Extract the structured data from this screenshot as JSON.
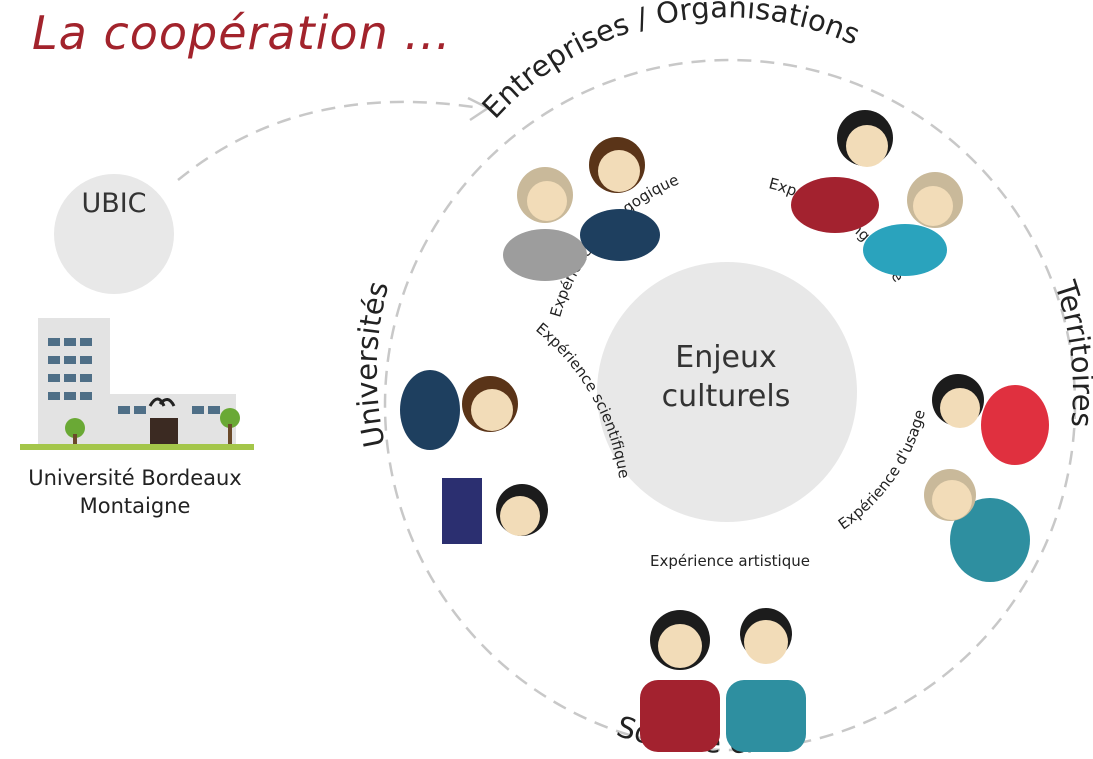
{
  "title": "La coopération ...",
  "ubic": {
    "label": "UBIC"
  },
  "university": {
    "line1": "Université Bordeaux",
    "line2": "Montaigne"
  },
  "center": {
    "line1": "Enjeux",
    "line2": "culturels"
  },
  "sectors": {
    "top": "Entreprises / Organisations",
    "left": "Universités",
    "right": "Territoires",
    "bottom": "Société civile"
  },
  "experiences": {
    "pedagogique": "Expérience pédagogique",
    "ingenierie": "Expérience ingénierie",
    "scientifique": "Expérience scientifique",
    "usage": "Expérience d'usage",
    "artistique": "Expérience artistique"
  },
  "colors": {
    "title": "#a2232c",
    "circle": "#e8e8e8",
    "dashes": "#c8c8c8",
    "red": "#d62b3c",
    "teal": "#2e8fa0",
    "navy": "#1e3f5f",
    "grey": "#9d9d9d",
    "skin": "#f2dcb8",
    "hair_dark": "#1c1c1c",
    "hair_brown": "#5a3418",
    "hair_blonde": "#c9b99a"
  },
  "icons": [
    "building-icon",
    "person-icon"
  ]
}
